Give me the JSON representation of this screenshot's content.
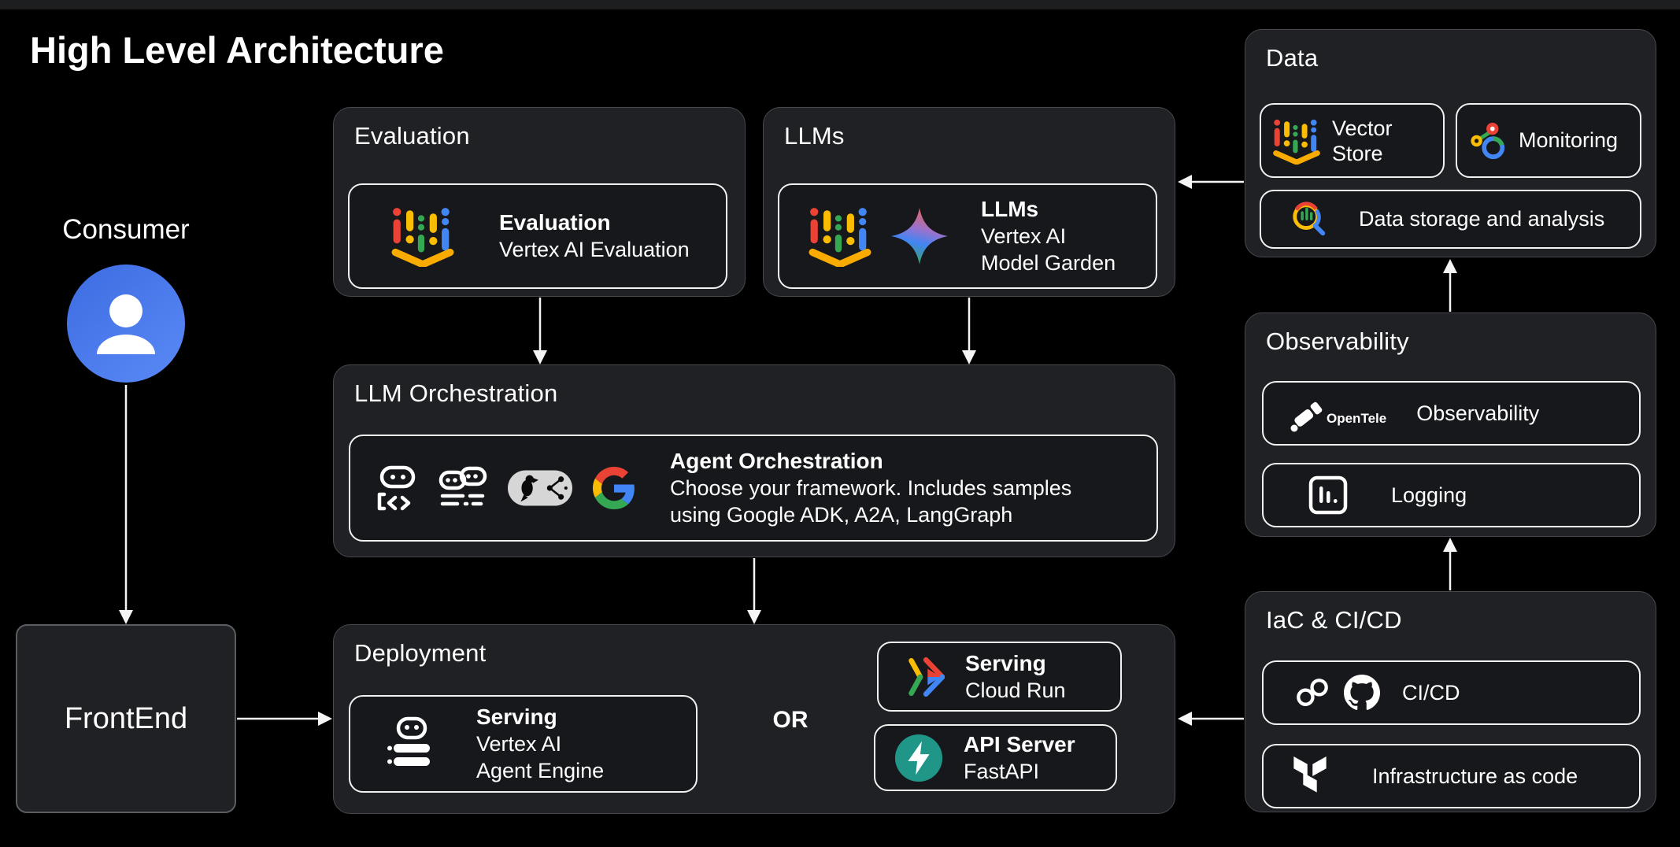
{
  "title": "High Level Architecture",
  "consumer": {
    "label": "Consumer"
  },
  "frontend": {
    "label": "FrontEnd"
  },
  "evaluation": {
    "title": "Evaluation",
    "card_title": "Evaluation",
    "card_line1": "Vertex AI Evaluation"
  },
  "llms": {
    "title": "LLMs",
    "card_title": "LLMs",
    "card_line1": "Vertex AI",
    "card_line2": "Model Garden"
  },
  "orchestration": {
    "title": "LLM Orchestration",
    "card_title": "Agent Orchestration",
    "card_line1": "Choose your framework. Includes samples",
    "card_line2": "using Google ADK, A2A, LangGraph"
  },
  "deployment": {
    "title": "Deployment",
    "or_label": "OR",
    "agent_engine": {
      "title": "Serving",
      "line1": "Vertex AI",
      "line2": "Agent Engine"
    },
    "cloud_run": {
      "title": "Serving",
      "line1": "Cloud Run"
    },
    "fastapi": {
      "title": "API Server",
      "line1": "FastAPI"
    }
  },
  "data_panel": {
    "title": "Data",
    "vector_store": "Vector Store",
    "monitoring": "Monitoring",
    "storage": "Data storage and analysis"
  },
  "observability": {
    "title": "Observability",
    "otel_brand": "OpenTele",
    "otel_label": "Observability",
    "logging": "Logging"
  },
  "iac": {
    "title": "IaC & CI/CD",
    "cicd": "CI/CD",
    "infra": "Infrastructure as code"
  },
  "colors": {
    "background": "#000000",
    "panel_bg": "#202124",
    "card_bg": "#17181B",
    "google_blue": "#4285F4",
    "google_red": "#EA4335",
    "google_yellow": "#FBBC04",
    "google_green": "#34A853",
    "vertex_chevron_yellow": "#F9AB00",
    "fastapi_teal": "#1F9688",
    "consumer_blue": "#4E7CEF",
    "langgraph_pill_gray": "#D6D6D6"
  },
  "icons": {
    "vertex_ai": "vertex-ai-icon",
    "gemini": "gemini-star-icon",
    "adk": "adk-robot-icon",
    "a2a": "a2a-agents-icon",
    "langgraph": "langgraph-parrot-icon",
    "google_g": "google-g-icon",
    "agent_engine": "agent-engine-robot-icon",
    "cloud_run": "cloud-run-icon",
    "fastapi": "fastapi-bolt-icon",
    "monitoring": "monitoring-icon",
    "storage": "data-analysis-magnifier-icon",
    "opentelemetry": "opentelemetry-telescope-icon",
    "logging": "logging-chart-icon",
    "cicd": "cicd-loop-icon",
    "github": "github-icon",
    "terraform": "terraform-icon",
    "consumer": "person-icon"
  }
}
